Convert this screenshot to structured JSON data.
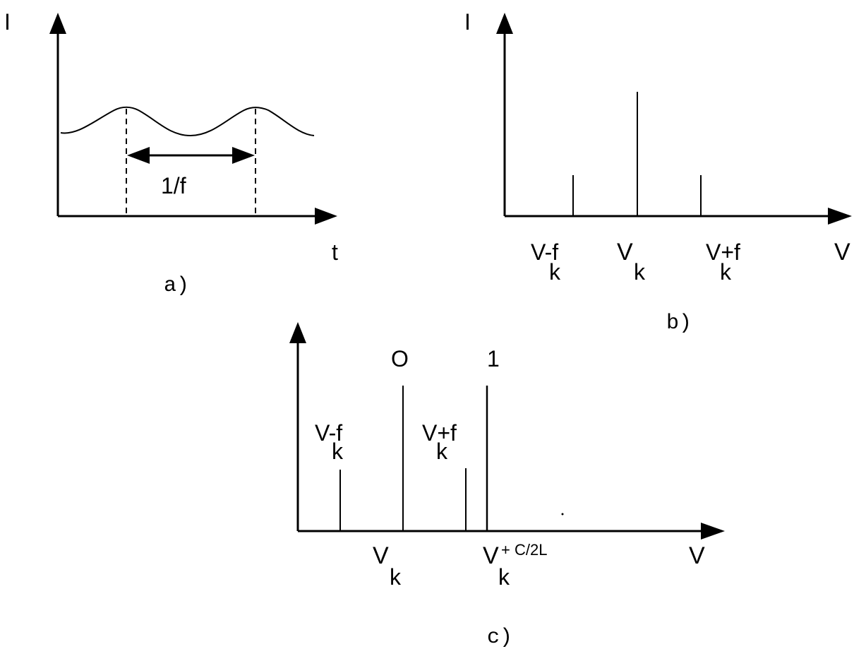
{
  "panel_a": {
    "y_axis_label": "I",
    "x_axis_label": "t",
    "period_label": "1/f",
    "caption": "a)"
  },
  "panel_b": {
    "y_axis_label": "I",
    "x_axis_label": "V",
    "left_line_label": "V-f",
    "left_line_sub": "k",
    "center_line_label": "V",
    "center_line_sub": "k",
    "right_line_label": "V+f",
    "right_line_sub": "k",
    "caption": "b)"
  },
  "panel_c": {
    "x_axis_label": "V",
    "mode_0_label": "O",
    "mode_1_label": "1",
    "left_line_label": "V-f",
    "left_line_sub": "k",
    "right_line_label": "V+f",
    "right_line_sub": "k",
    "center_tick_label": "V",
    "center_tick_sub": "k",
    "offset_tick_label": "V",
    "offset_tick_sub": "k",
    "offset_tick_sup": "+ C/2L",
    "caption": "c)"
  },
  "colors": {
    "ink": "#000000",
    "background": "#ffffff"
  }
}
